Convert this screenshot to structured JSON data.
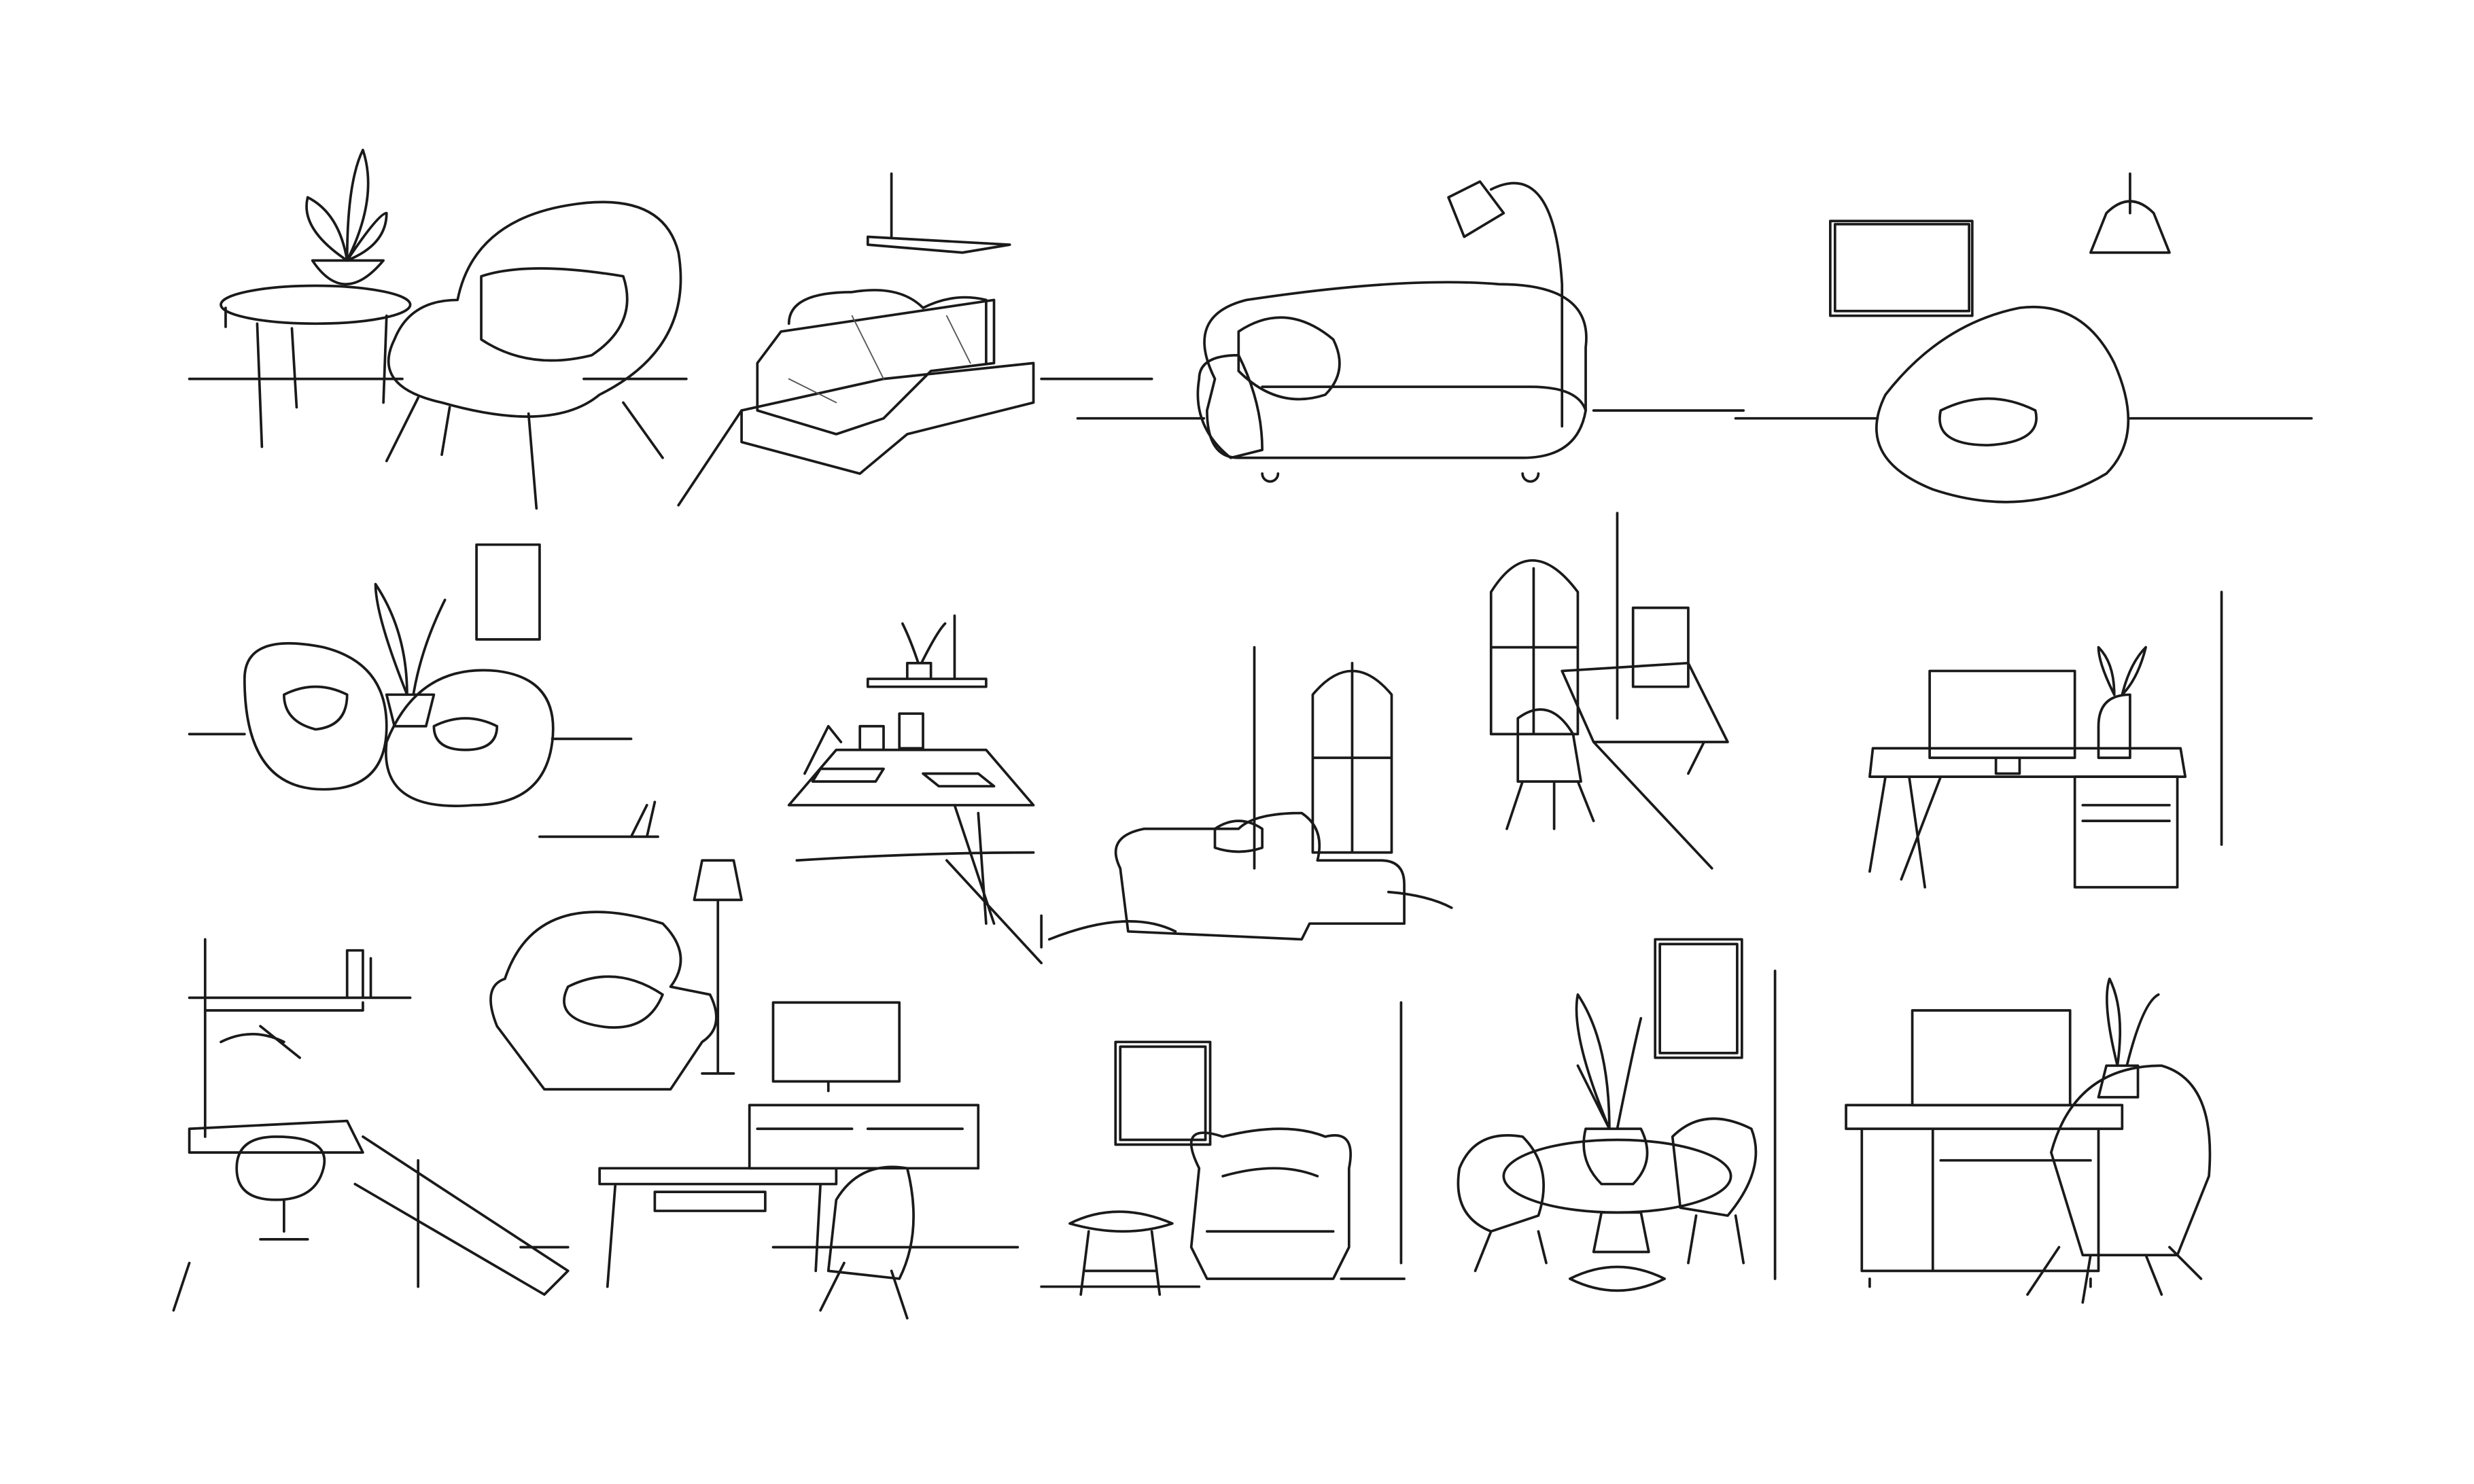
{
  "colors": {
    "background": "#ffffff",
    "ink": "#1a1a1a"
  },
  "scenes": [
    "armchair-with-side-table-and-plant",
    "corner-sofa-with-shelf",
    "sofa-with-floor-lamp",
    "bean-bag-with-picture-and-pendant-lamp",
    "two-bean-bags-with-plant",
    "desk-with-shelf-and-lamp",
    "corner-sofa-with-arched-window",
    "computer-desk-with-chair-and-window",
    "desk-with-monitor-and-plant",
    "workspace-with-armchair-and-floor-lamp",
    "armchair-with-picture-and-coffee-table",
    "round-dining-table-with-chairs",
    "tv-stand-with-chair-and-plant"
  ]
}
